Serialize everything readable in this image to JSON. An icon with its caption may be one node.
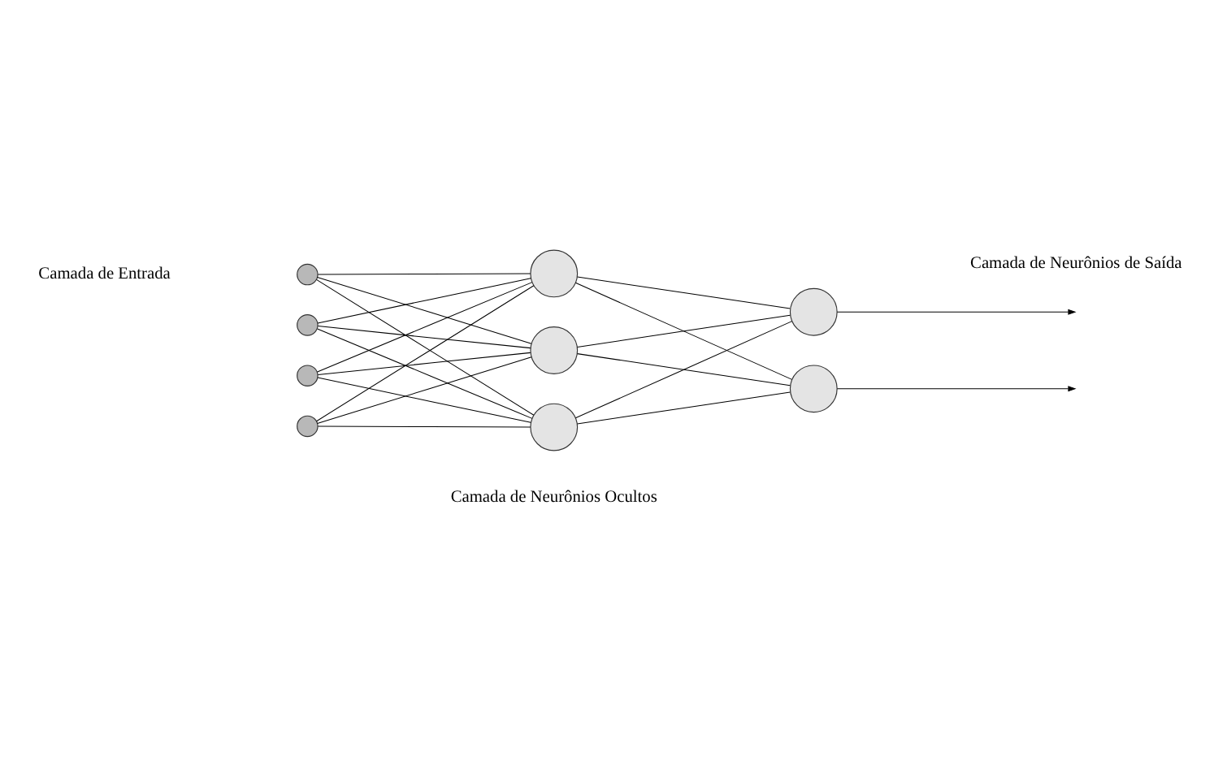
{
  "diagram": {
    "nodes": [
      {
        "text": [],
        "shape": "circle"
      },
      {
        "text": [],
        "shape": "circle"
      },
      {
        "text": [],
        "shape": "circle"
      },
      {
        "text": [],
        "shape": "circle"
      },
      {
        "text": [],
        "shape": "circle"
      },
      {
        "text": [],
        "shape": "circle"
      },
      {
        "text": [],
        "shape": "circle"
      },
      {
        "text": [],
        "shape": "circle"
      },
      {
        "text": [],
        "shape": "circle"
      }
    ],
    "edges": [
      {
        "from": 0,
        "to": 4,
        "arrow": "none"
      },
      {
        "from": 0,
        "to": 5,
        "arrow": "none"
      },
      {
        "from": 0,
        "to": 6,
        "arrow": "none"
      },
      {
        "from": 1,
        "to": 4,
        "arrow": "none"
      },
      {
        "from": 1,
        "to": 5,
        "arrow": "none"
      },
      {
        "from": 1,
        "to": 6,
        "arrow": "none"
      },
      {
        "from": 2,
        "to": 4,
        "arrow": "none"
      },
      {
        "from": 2,
        "to": 5,
        "arrow": "none"
      },
      {
        "from": 2,
        "to": 6,
        "arrow": "none"
      },
      {
        "from": 3,
        "to": 4,
        "arrow": "none"
      },
      {
        "from": 3,
        "to": 5,
        "arrow": "none"
      },
      {
        "from": 3,
        "to": 6,
        "arrow": "none"
      },
      {
        "from": 4,
        "to": 7,
        "arrow": "none"
      },
      {
        "from": 4,
        "to": 8,
        "arrow": "none"
      },
      {
        "from": 5,
        "to": 7,
        "arrow": "none"
      },
      {
        "from": 5,
        "to": 8,
        "arrow": "none"
      },
      {
        "from": 6,
        "to": 7,
        "arrow": "none"
      },
      {
        "from": 6,
        "to": 8,
        "arrow": "none"
      },
      {
        "from": 7,
        "to": null,
        "arrow": "to"
      },
      {
        "from": 8,
        "to": null,
        "arrow": "to"
      }
    ],
    "labels": [
      "Camada de Entrada",
      "Camada de Neurônios Ocultos",
      "Camada de Neurônios de Saída"
    ]
  }
}
